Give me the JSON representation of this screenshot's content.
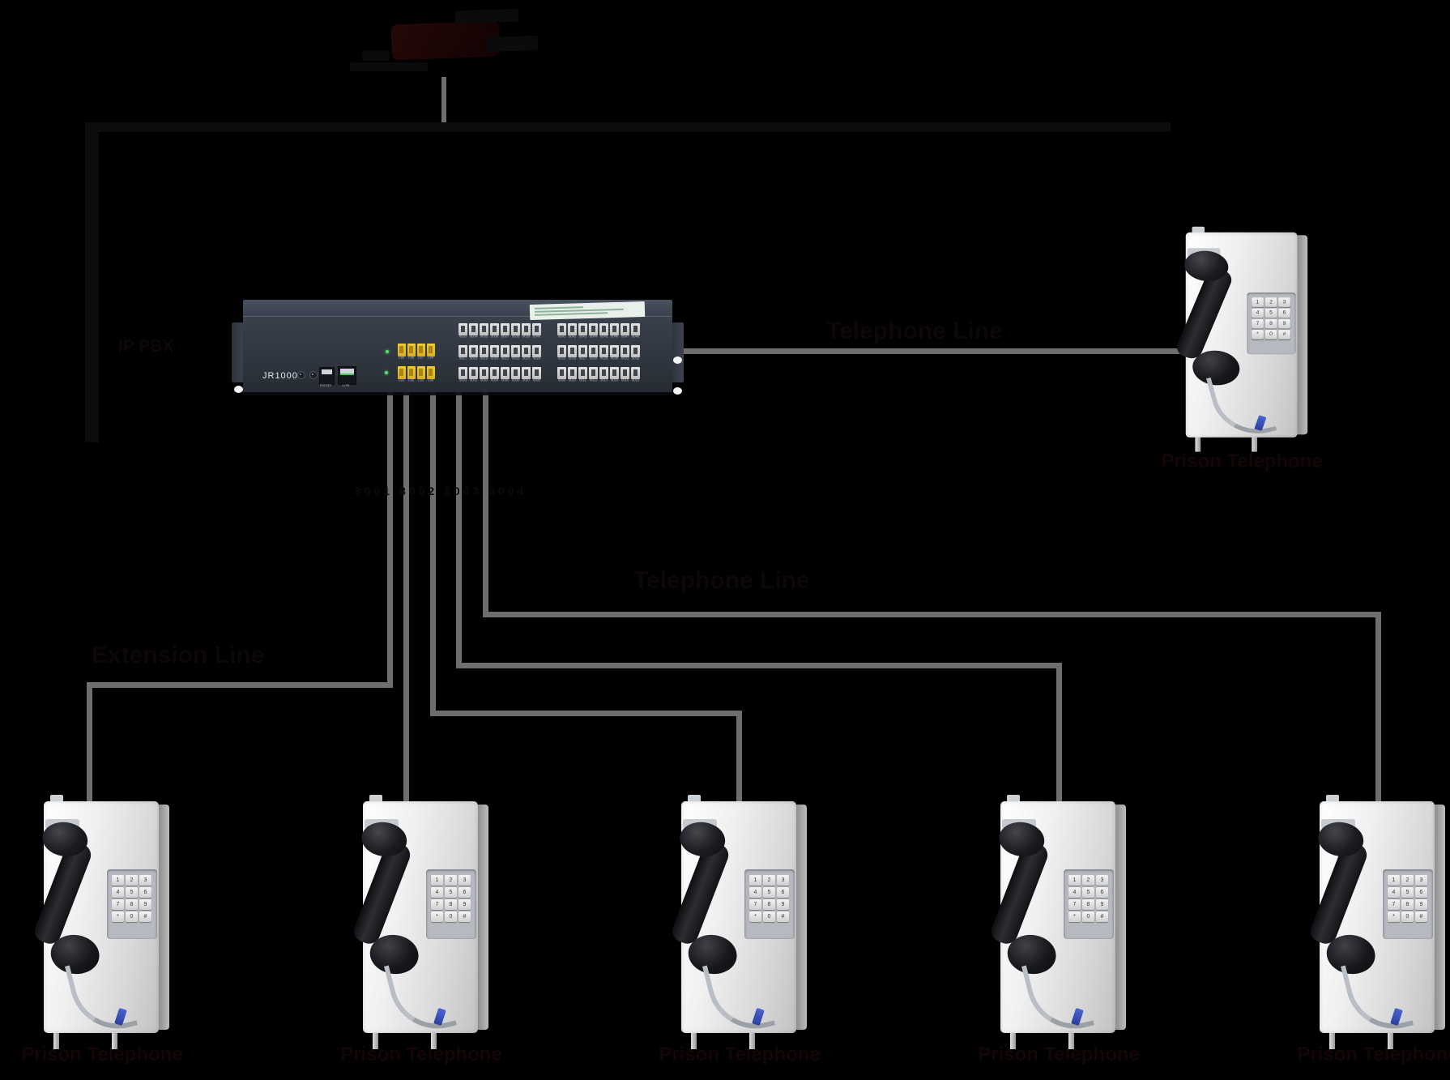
{
  "canvas": {
    "background": "#000000",
    "line_color": "#6e6e6e"
  },
  "pbx": {
    "model": "JR1000",
    "side_label": "IP PBX",
    "rs232_label": "RS232",
    "lan_label": "LAN",
    "co_ports_top": [
      "C05",
      "C06",
      "C07",
      "C08"
    ],
    "co_ports_bottom": [
      "C01",
      "C02",
      "C03",
      "C04"
    ],
    "ext_rows": [
      [
        "8033",
        "8034",
        "8035",
        "8036",
        "8037",
        "8038",
        "8039",
        "8040",
        "8041",
        "8042",
        "8043",
        "8044",
        "8045",
        "8046",
        "8047",
        "8048"
      ],
      [
        "8017",
        "8018",
        "8019",
        "8020",
        "8021",
        "8022",
        "8023",
        "8024",
        "8025",
        "8026",
        "8027",
        "8028",
        "8029",
        "8030",
        "8031",
        "8032"
      ],
      [
        "8001",
        "8002",
        "8003",
        "8004",
        "8005",
        "8006",
        "8007",
        "8008",
        "8009",
        "8010",
        "8011",
        "8012",
        "8013",
        "8014",
        "8015",
        "8016"
      ]
    ],
    "ext_hint_row": "8001 8002 8003 8004"
  },
  "connection_labels": {
    "right": "Telephone Line",
    "middle": "Telephone Line",
    "left": "Extension Line"
  },
  "keypad": [
    "1",
    "2",
    "3",
    "4",
    "5",
    "6",
    "7",
    "8",
    "9",
    "*",
    "0",
    "#"
  ],
  "phones": [
    {
      "caption": "Prison Telephone"
    },
    {
      "caption": "Prison Telephone"
    },
    {
      "caption": "Prison Telephone"
    },
    {
      "caption": "Prison Telephone"
    },
    {
      "caption": "Prison Telephone"
    },
    {
      "caption": "Prison Telephone"
    }
  ]
}
